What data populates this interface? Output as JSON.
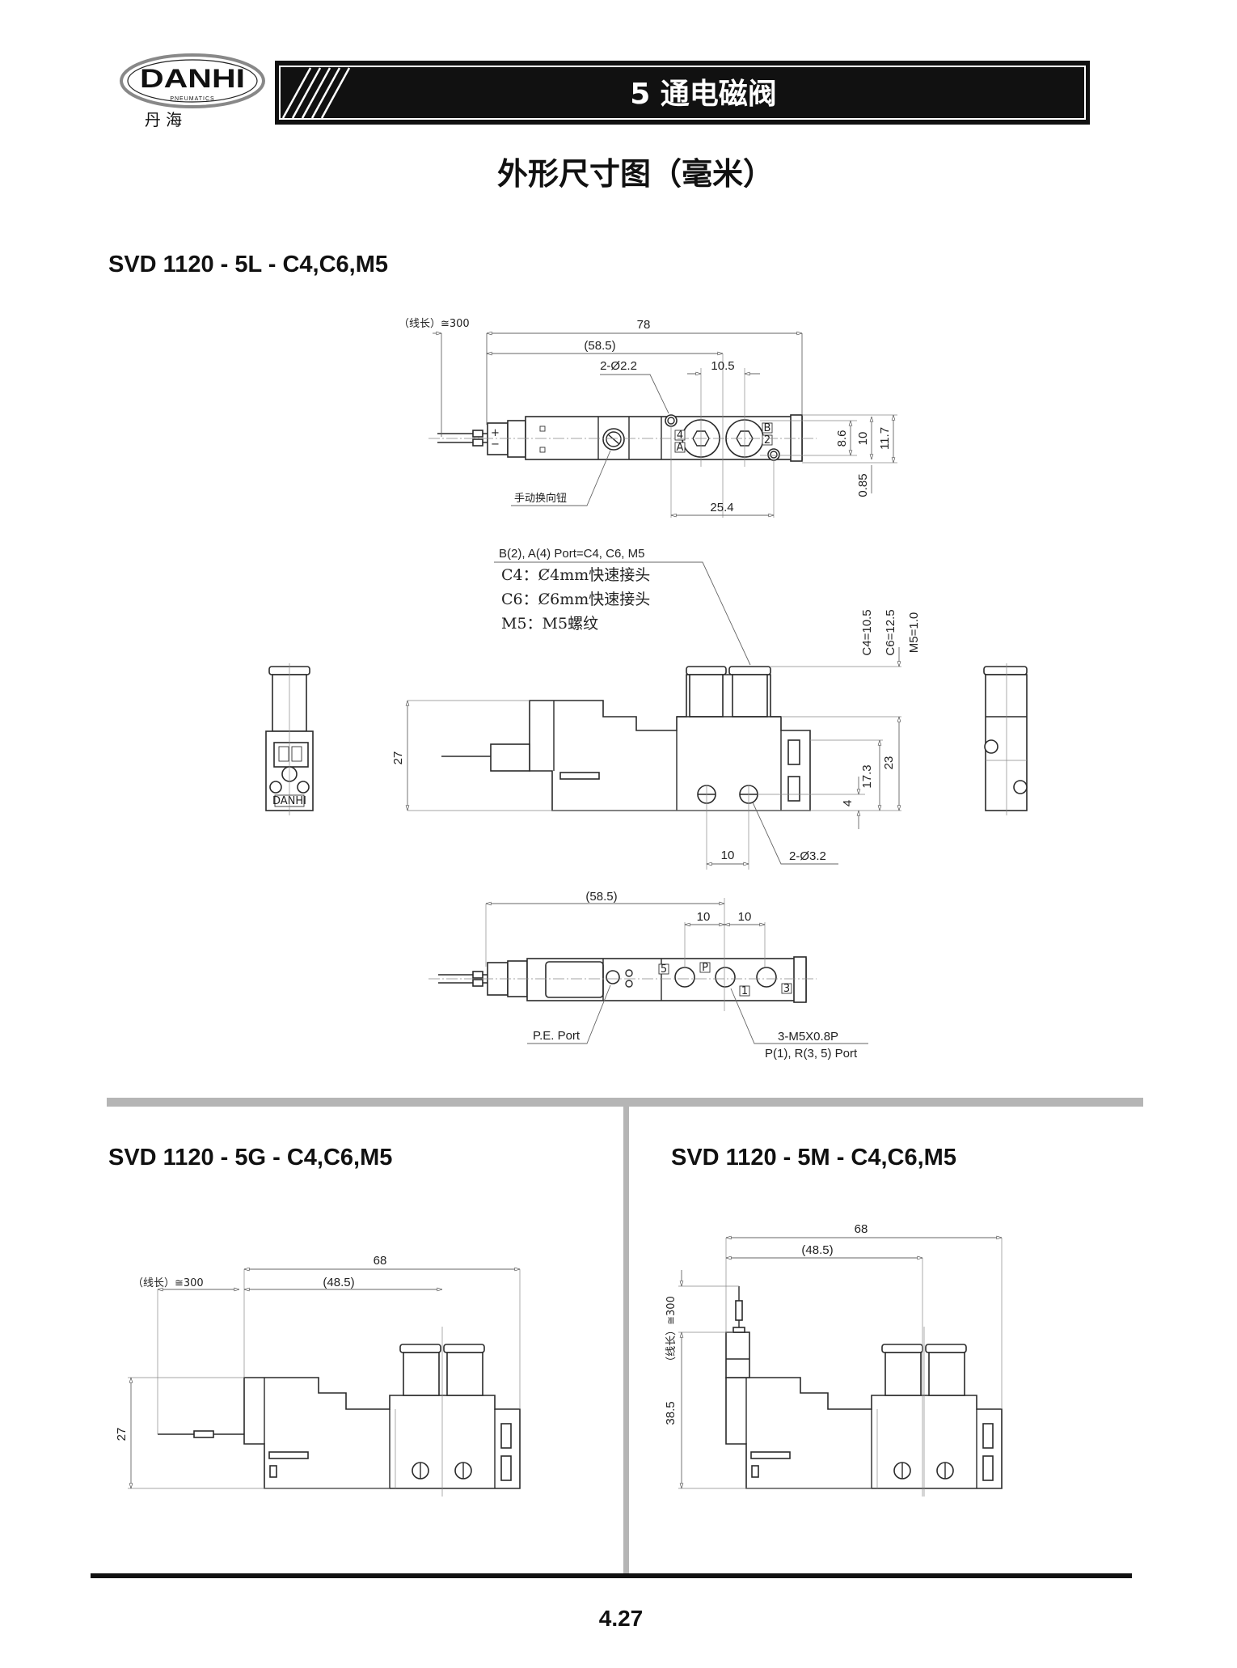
{
  "logo": {
    "brand": "DANHI",
    "sub": "PNEUMATICS",
    "cn": "丹  海"
  },
  "header": {
    "section": "5  通电磁阀"
  },
  "page_title": "外形尺寸图（毫米）",
  "section_5l": {
    "heading": "SVD 1120 - 5L - C4,C6,M5",
    "top_view": {
      "wire_length": "（线长）≅300",
      "overall": "78",
      "body": "(58.5)",
      "mount_holes": "2-Ø2.2",
      "port_pitch": "10.5",
      "manual_button": "手动换向钮",
      "hole_pitch": "25.4",
      "h_86": "8.6",
      "h_10": "10",
      "h_117": "11.7",
      "h_085": "0.85",
      "port_labels": [
        "4",
        "A",
        "B",
        "2"
      ]
    },
    "front_view": {
      "port_note": "B(2), A(4) Port=C4, C6, M5",
      "notes": [
        "C4：Ȼ4mm快速接头",
        "C6：Ȼ6mm快速接头",
        "M5：M5螺纹"
      ],
      "fitting_heights": [
        "C4=10.5",
        "C6=12.5",
        "M5=1.0"
      ],
      "height": "27",
      "h_23": "23",
      "h_173": "17.3",
      "h_4": "4",
      "hole_pitch": "10",
      "holes": "2-Ø3.2",
      "side_label": "DANHI"
    },
    "bottom_view": {
      "body": "(58.5)",
      "pitch_1": "10",
      "pitch_2": "10",
      "pe_port": "P.E. Port",
      "thread": "3-M5X0.8P",
      "ports": "P(1), R(3, 5) Port",
      "port_labels": [
        "5",
        "P",
        "1",
        "3"
      ]
    }
  },
  "section_5g": {
    "heading": "SVD 1120 - 5G - C4,C6,M5",
    "overall": "68",
    "body": "(48.5)",
    "wire_length": "（线长）≅300",
    "height": "27"
  },
  "section_5m": {
    "heading": "SVD 1120 - 5M - C4,C6,M5",
    "overall": "68",
    "body": "(48.5)",
    "wire_length": "（线长）≅300",
    "height": "38.5"
  },
  "page_number": "4.27"
}
